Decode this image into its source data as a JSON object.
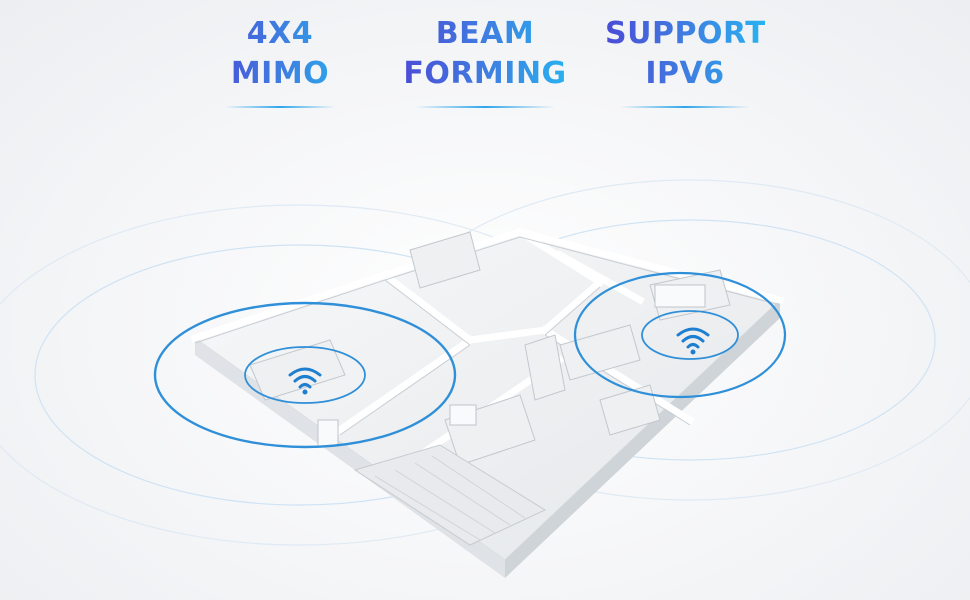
{
  "features": [
    {
      "line1": "4X4",
      "line2": "MIMO"
    },
    {
      "line1": "BEAM",
      "line2": "FORMING"
    },
    {
      "line1": "SUPPORT",
      "line2": "IPV6"
    }
  ],
  "icons": [
    "wifi-icon",
    "wifi-icon"
  ],
  "colors": {
    "gradient_start": "#4b4bd6",
    "gradient_end": "#27b3f0",
    "signal_ring": "#2f8fd8",
    "wifi": "#1e7fd0"
  }
}
